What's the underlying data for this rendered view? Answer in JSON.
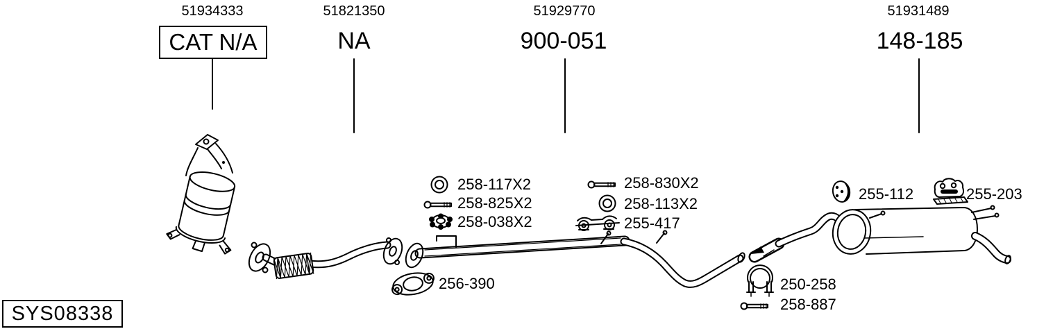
{
  "colors": {
    "ink": "#000000",
    "background": "#ffffff"
  },
  "header": {
    "columns": [
      {
        "ref": "51934333",
        "code": "CAT N/A",
        "boxed": true
      },
      {
        "ref": "51821350",
        "code": "NA",
        "boxed": false
      },
      {
        "ref": "51929770",
        "code": "900-051",
        "boxed": false
      },
      {
        "ref": "51931489",
        "code": "148-185",
        "boxed": false
      }
    ]
  },
  "parts": {
    "mid_left": [
      {
        "id": "258-117X2",
        "icon": "gasket-ring-icon"
      },
      {
        "id": "258-825X2",
        "icon": "bolt-icon"
      },
      {
        "id": "258-038X2",
        "icon": "flange-nut-icon"
      }
    ],
    "mid_right": [
      {
        "id": "258-830X2",
        "icon": "bolt-icon"
      },
      {
        "id": "258-113X2",
        "icon": "gasket-ring-icon"
      },
      {
        "id": "255-417",
        "icon": "mounting-bracket-icon"
      }
    ],
    "right": [
      {
        "id": "255-112",
        "icon": "rubber-mount-icon"
      },
      {
        "id": "255-203",
        "icon": "rubber-hanger-icon"
      }
    ],
    "bottom_left": [
      {
        "id": "256-390",
        "icon": "flange-gasket-icon"
      }
    ],
    "bottom_right": [
      {
        "id": "250-258",
        "icon": "clamp-icon"
      },
      {
        "id": "258-887",
        "icon": "bolt-icon"
      }
    ]
  },
  "footer": {
    "system_id": "SYS08338"
  }
}
